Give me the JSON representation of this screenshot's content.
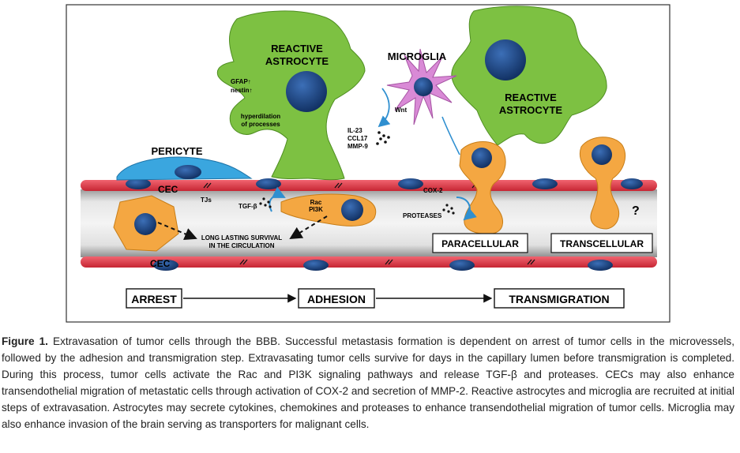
{
  "figure": {
    "labels": {
      "reactive_astrocyte_left_1": "REACTIVE",
      "reactive_astrocyte_left_2": "ASTROCYTE",
      "reactive_astrocyte_right_1": "REACTIVE",
      "reactive_astrocyte_right_2": "ASTROCYTE",
      "microglia": "MICROGLIA",
      "pericyte": "PERICYTE",
      "gfap": "GFAP↑",
      "nestin": "nestin↑",
      "hyperdilation_1": "hyperdilation",
      "hyperdilation_2": "of processes",
      "wnt": "Wnt",
      "il23": "IL-23",
      "ccl17": "CCL17",
      "mmp9": "MMP-9",
      "cec_top": "CEC",
      "cec_bottom": "CEC",
      "tjs": "TJs",
      "tgfb": "TGF-β",
      "rac": "Rac",
      "pi3k": "PI3K",
      "cox2": "COX-2",
      "proteases": "PROTEASES",
      "survival_1": "LONG LASTING SURVIVAL",
      "survival_2": "IN THE CIRCULATION",
      "paracellular": "PARACELLULAR",
      "transcellular": "TRANSCELLULAR",
      "question": "?"
    },
    "steps": [
      "ARREST",
      "ADHESION",
      "TRANSMIGRATION"
    ],
    "colors": {
      "astrocyte": "#7dc142",
      "microglia": "#d98ad6",
      "pericyte": "#3aa6df",
      "tumor_cell": "#f4a742",
      "nucleus": "#17407e",
      "endothelium": "#e03a4a",
      "vessel_lumen": "#c9c9c9"
    }
  },
  "caption": {
    "label": "Figure 1.",
    "text": "Extravasation of tumor cells through the BBB. Successful metastasis formation is dependent on arrest of tumor cells in the microvessels, followed by the adhesion and transmigration step. Extravasating tumor cells survive for days in the capillary lumen before transmigration is completed. During this process, tumor cells activate the Rac and PI3K signaling pathways and release TGF-β and proteases. CECs may also enhance transendothelial migration of metastatic cells through activation of COX-2 and secretion of MMP-2. Reactive astrocytes and microglia are recruited at initial steps of extravasation. Astrocytes may secrete cytokines, chemokines and proteases to enhance transendothelial migration of tumor cells. Microglia may also enhance invasion of the brain serving as transporters for malignant cells."
  }
}
